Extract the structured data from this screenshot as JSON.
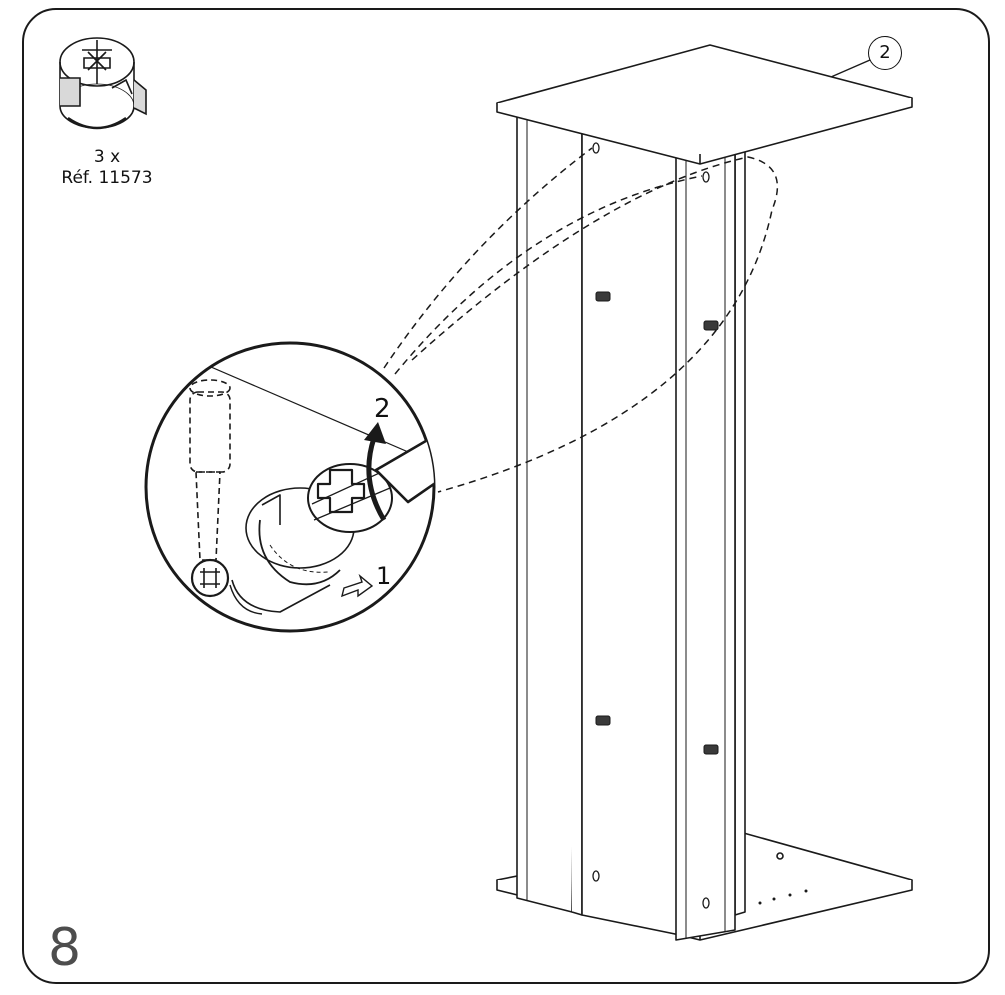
{
  "step": {
    "number": "8"
  },
  "part": {
    "quantity": "3 x",
    "reference": "Réf. 11573"
  },
  "callout": {
    "panel_number": "2"
  },
  "detail": {
    "step_1": "1",
    "step_2": "2"
  },
  "colors": {
    "line": "#1a1a1a",
    "step_number": "#4d4d4d",
    "background": "#ffffff"
  },
  "icons": [
    "cam-lock-fitting-icon",
    "screwdriver-icon",
    "rotate-arrow-icon",
    "push-arrow-icon",
    "leader-arrow-icon"
  ]
}
